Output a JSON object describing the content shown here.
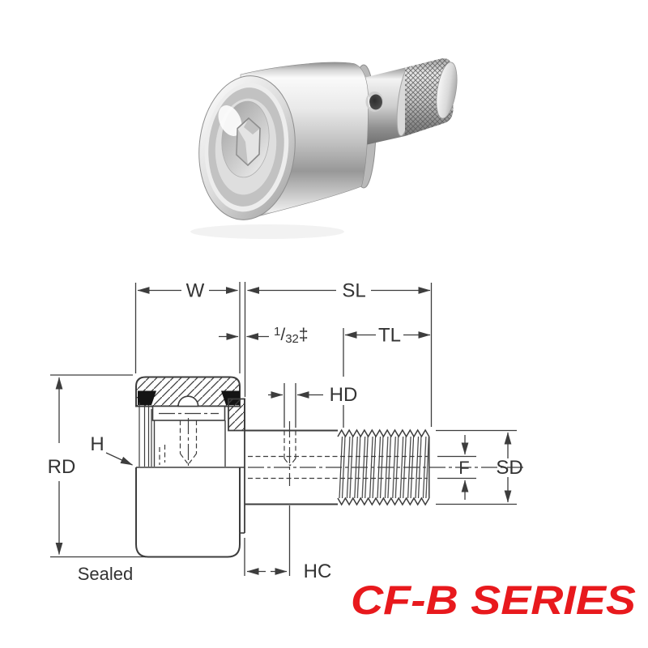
{
  "photo": {
    "name": "cam-follower-product-photo",
    "description": "metallic stud-type cam follower bearing render"
  },
  "drawing": {
    "dim_labels": {
      "w": "W",
      "sl": "SL",
      "tl": "TL",
      "hd": "HD",
      "h": "H",
      "rd": "RD",
      "f": "F",
      "sd": "SD",
      "hc": "HC"
    },
    "float_dim": {
      "numerator": "1",
      "slash": "/",
      "denominator": "32",
      "dagger": "‡"
    },
    "seal_note": "Sealed"
  },
  "footer": {
    "series_title": "CF-B SERIES"
  },
  "colors": {
    "line": "#3d3d3d",
    "label_text": "#333333",
    "seal_fill": "#141414",
    "accent_red": "#e8191d",
    "metal_light": "#f2f2f2",
    "metal_dark": "#7a7a7a"
  }
}
